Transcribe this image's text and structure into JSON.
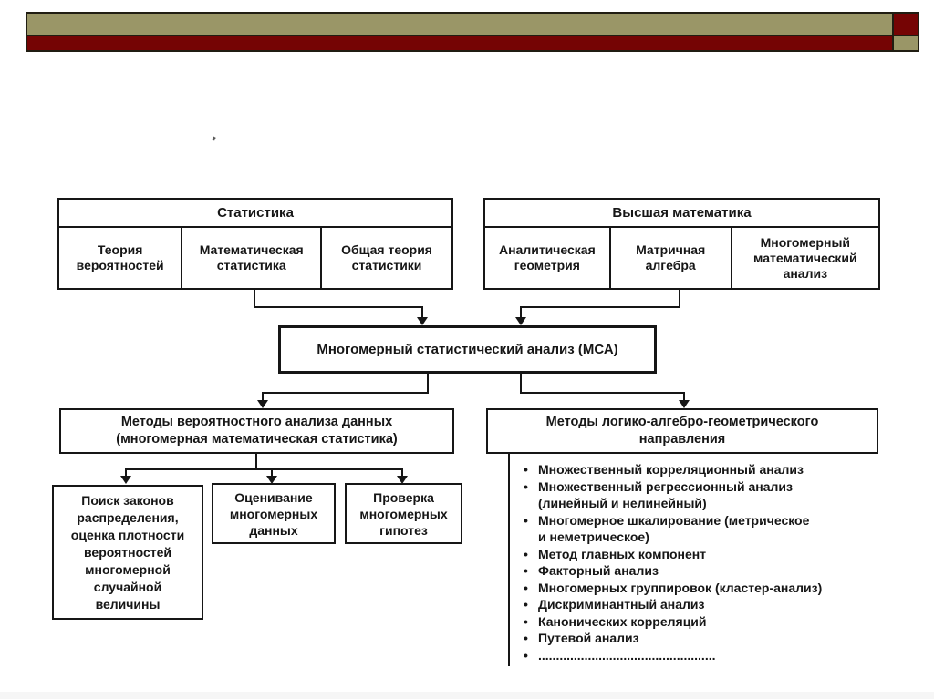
{
  "banner": {
    "olive_color": "#9a9667",
    "dark_red_color": "#750404"
  },
  "diagram": {
    "tables": [
      {
        "title": "Статистика",
        "cells": [
          "Теория\nвероятностей",
          "Математическая\nстатистика",
          "Общая теория\nстатистики"
        ]
      },
      {
        "title": "Высшая математика",
        "cells": [
          "Аналитическая\nгеометрия",
          "Матричная\nалгебра",
          "Многомерный\nматематический\nанализ"
        ]
      }
    ],
    "central": "Многомерный статистический анализ (МСА)",
    "left_branch": {
      "title": "Методы вероятностного анализа данных\n(многомерная математическая статистика)",
      "children": [
        "Поиск законов\nраспределения,\nоценка плотности\nвероятностей\nмногомерной\nслучайной\nвеличины",
        "Оценивание\nмногомерных\nданных",
        "Проверка\nмногомерных\nгипотез"
      ]
    },
    "right_branch": {
      "title": "Методы логико-алгебро-геометрического\nнаправления",
      "items": [
        "Множественный корреляционный анализ",
        "Множественный регрессионный анализ\n(линейный и нелинейный)",
        "Многомерное шкалирование (метрическое\nи неметрическое)",
        "Метод главных компонент",
        "Факторный анализ",
        "Многомерных группировок (кластер-анализ)",
        "Дискриминантный анализ",
        "Канонических корреляций",
        "Путевой анализ",
        ".................................................."
      ]
    }
  }
}
